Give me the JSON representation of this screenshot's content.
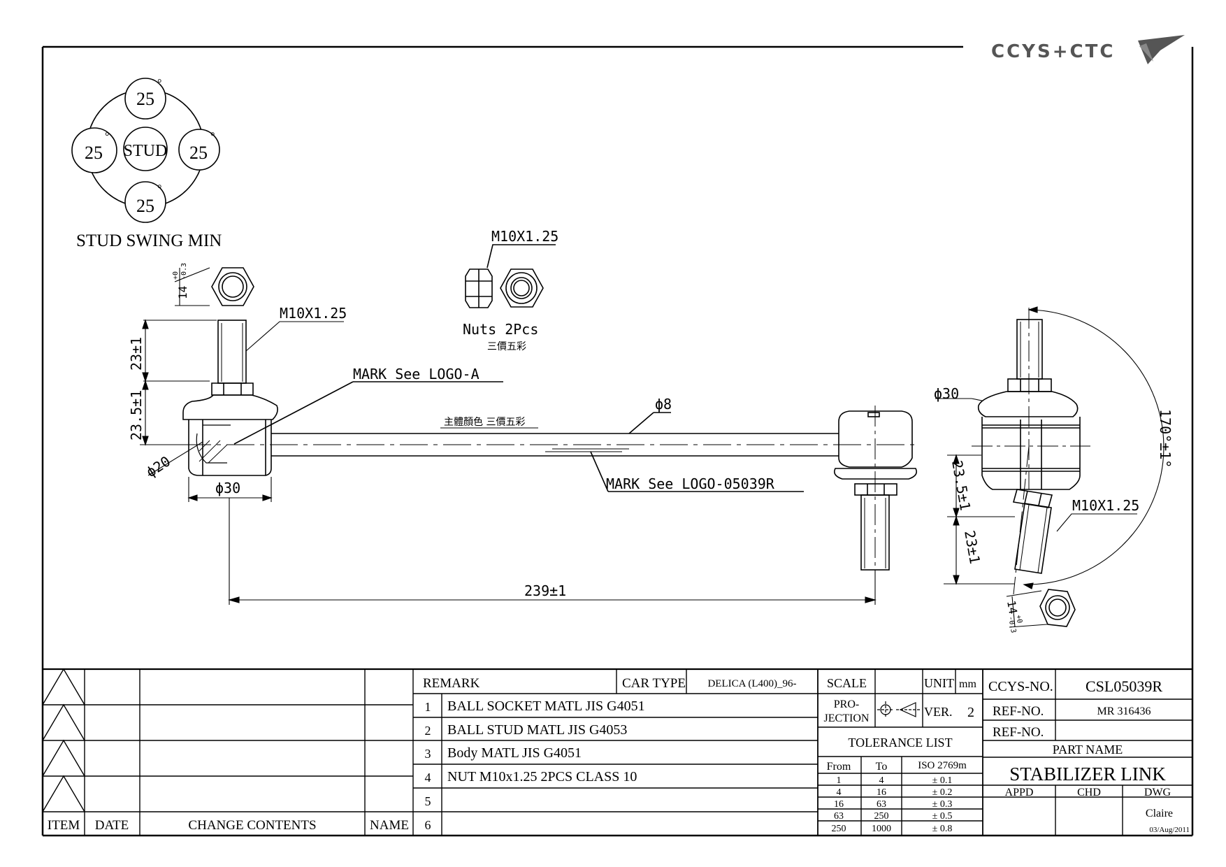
{
  "brand": {
    "logo_text": "CCYS+CTC",
    "logo_icon": "ccys-swoosh-icon"
  },
  "swing": {
    "top": "25",
    "left": "25",
    "right": "25",
    "bottom": "25",
    "center": "STUD",
    "degree_mark": "°",
    "caption": "STUD SWING MIN"
  },
  "nuts": {
    "thread": "M10X1.25",
    "caption": "Nuts 2Pcs",
    "color_note": "三價五彩"
  },
  "left_view": {
    "hex_dim": "14",
    "hex_tol_upper": "+0",
    "hex_tol_lower": "-0.3",
    "thread": "M10X1.25",
    "stud_len": "23±1",
    "socket_h": "23.5±1",
    "dia_ball": "ϕ20",
    "dia_body": "ϕ30"
  },
  "rod": {
    "mark_a": "MARK See LOGO-A",
    "body_color": "主體顏色 三價五彩",
    "dia_rod": "ϕ8",
    "mark_part": "MARK See LOGO-05039R",
    "length": "239±1"
  },
  "right_view": {
    "dia_body": "ϕ30",
    "angle": "170°±1°",
    "socket_h": "23.5±1",
    "stud_len": "23±1",
    "thread": "M10X1.25",
    "hex_dim": "14",
    "hex_tol_upper": "+0",
    "hex_tol_lower": "-0.3"
  },
  "revision_table": {
    "headers": {
      "item": "ITEM",
      "date": "DATE",
      "contents": "CHANGE CONTENTS",
      "name": "NAME"
    },
    "rows": 4
  },
  "remark_table": {
    "remark_label": "REMARK",
    "car_type_label": "CAR TYPE",
    "car_type": "DELICA (L400)_96-",
    "items": [
      {
        "no": "1",
        "text": "BALL SOCKET MATL JIS G4051"
      },
      {
        "no": "2",
        "text": "BALL STUD MATL JIS G4053"
      },
      {
        "no": "3",
        "text": "Body MATL JIS G4051"
      },
      {
        "no": "4",
        "text": "NUT M10x1.25 2PCS CLASS 10"
      },
      {
        "no": "5",
        "text": ""
      },
      {
        "no": "6",
        "text": ""
      }
    ]
  },
  "spec_table": {
    "scale_label": "SCALE",
    "unit_label": "UNIT",
    "unit": "mm",
    "projection_label_1": "PRO-",
    "projection_label_2": "JECTION",
    "ver_label": "VER.",
    "ver": "2",
    "tolerance_title": "TOLERANCE LIST",
    "tol_headers": {
      "from": "From",
      "to": "To",
      "iso": "ISO 2769m"
    },
    "tolerances": [
      {
        "from": "1",
        "to": "4",
        "tol": "± 0.1"
      },
      {
        "from": "4",
        "to": "16",
        "tol": "± 0.2"
      },
      {
        "from": "16",
        "to": "63",
        "tol": "± 0.3"
      },
      {
        "from": "63",
        "to": "250",
        "tol": "± 0.5"
      },
      {
        "from": "250",
        "to": "1000",
        "tol": "± 0.8"
      }
    ]
  },
  "title_block": {
    "ccys_no_label": "CCYS-NO.",
    "ccys_no": "CSL05039R",
    "ref_no_label": "REF-NO.",
    "ref_no": "MR 316436",
    "ref_no2_label": "REF-NO.",
    "ref_no2": "",
    "part_name_label": "PART NAME",
    "part_name": "STABILIZER LINK",
    "appd_label": "APPD",
    "chd_label": "CHD",
    "dwg_label": "DWG",
    "drawn_by": "Claire",
    "date": "03/Aug/2011"
  }
}
